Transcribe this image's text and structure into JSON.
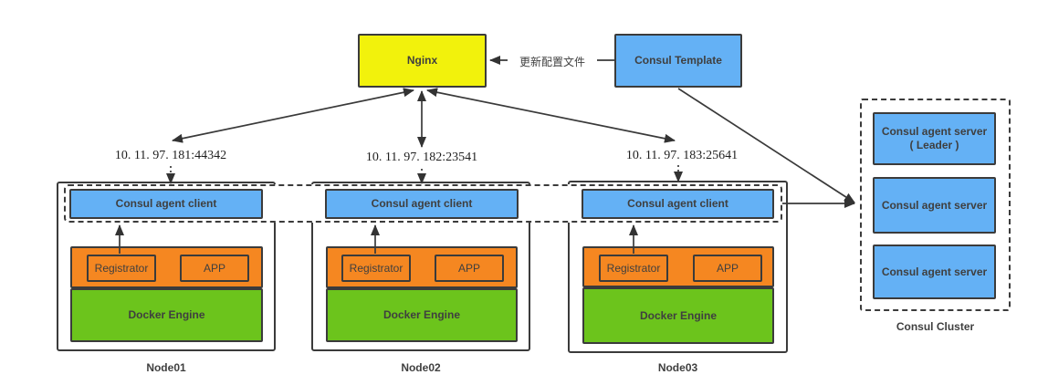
{
  "colors": {
    "canvas_bg": "#ffffff",
    "yellow": "#f2f20c",
    "blue": "#64b1f5",
    "orange": "#f58721",
    "green": "#6cc41c",
    "border": "#3b3b3b",
    "text": "#3f3f3f",
    "wire": "#3a3a3a"
  },
  "top": {
    "nginx_label": "Nginx",
    "consul_template_label": "Consul Template",
    "update_arrow_label": "更新配置文件"
  },
  "nodes": [
    {
      "label": "Node01",
      "ip": "10. 11. 97. 181:44342",
      "client_label": "Consul agent client",
      "registrator_label": "Registrator",
      "app_label": "APP",
      "docker_label": "Docker Engine"
    },
    {
      "label": "Node02",
      "ip": "10. 11. 97. 182:23541",
      "client_label": "Consul agent client",
      "registrator_label": "Registrator",
      "app_label": "APP",
      "docker_label": "Docker Engine"
    },
    {
      "label": "Node03",
      "ip": "10. 11. 97. 183:25641",
      "client_label": "Consul agent client",
      "registrator_label": "Registrator",
      "app_label": "APP",
      "docker_label": "Docker Engine"
    }
  ],
  "cluster": {
    "title": "Consul Cluster",
    "servers": [
      {
        "label": "Consul agent server",
        "sublabel": "( Leader )"
      },
      {
        "label": "Consul agent server",
        "sublabel": ""
      },
      {
        "label": "Consul agent server",
        "sublabel": ""
      }
    ]
  }
}
